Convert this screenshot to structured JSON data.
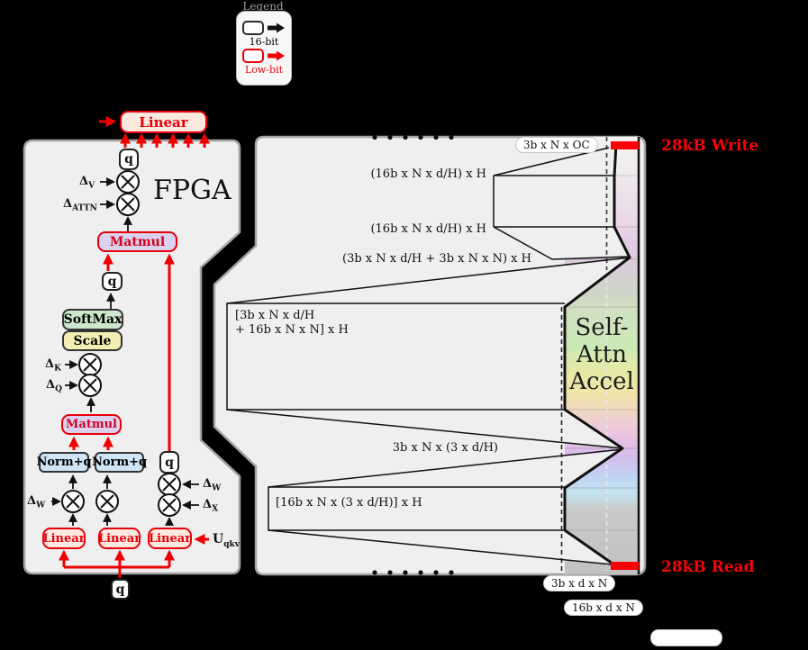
{
  "legend": {
    "title": "Legend",
    "bit16_label": "16-bit",
    "lowbit_label": "Low-bit"
  },
  "fpga": {
    "title": "FPGA",
    "linear_out": "Linear",
    "matmul_attn": "Matmul",
    "softmax": "SoftMax",
    "scale": "Scale",
    "matmul_qk": "Matmul",
    "normq_a": "Norm+q",
    "normq_b": "Norm+q",
    "linear_q": "Linear",
    "linear_k": "Linear",
    "linear_v": "Linear",
    "q_top": "q",
    "q_mid": "q",
    "q_right": "q",
    "q_input": "q",
    "deltas": {
      "v": {
        "base": "Δ",
        "sub": "V"
      },
      "attn": {
        "base": "Δ",
        "sub": "ATTN"
      },
      "k": {
        "base": "Δ",
        "sub": "K"
      },
      "q": {
        "base": "Δ",
        "sub": "Q"
      },
      "w_left": {
        "base": "Δ",
        "sub": "W"
      },
      "w_right": {
        "base": "Δ",
        "sub": "W"
      },
      "x": {
        "base": "Δ",
        "sub": "X"
      }
    },
    "input": {
      "base": "U",
      "sub": "qkv"
    }
  },
  "memory": {
    "write_label": "28kB Write",
    "read_label": "28kB Read",
    "accel": {
      "line1": "Self-",
      "line2": "Attn",
      "line3": "Accel"
    },
    "labels": {
      "out_pill": "3b x N x OC",
      "band_v": "(16b x N x d/H) x H",
      "band_k": "(16b x N x d/H) x H",
      "band_attn": "(3b x N x d/H + 3b x N x N) x H",
      "band_qk_l1": "[3b x N x d/H",
      "band_qk_l2": "+ 16b x N x N] x H",
      "band_qkv": "3b x N x (3 x d/H)",
      "band_in": "[16b x N x (3 x d/H)] x H",
      "read_pill_low": "3b x d x N",
      "read_pill_16": "16b x d x N"
    }
  },
  "colors": {
    "lowbit_red": "#ee0000",
    "bar_red": "#fb0007",
    "panel_gray": "#efefef",
    "softmax_green": "#cde7cc",
    "scale_yellow": "#f3efb4",
    "norm_blue": "#cfe5f6",
    "matmul_purple": "#dad2ef",
    "linear_pink": "#fbe9df"
  }
}
